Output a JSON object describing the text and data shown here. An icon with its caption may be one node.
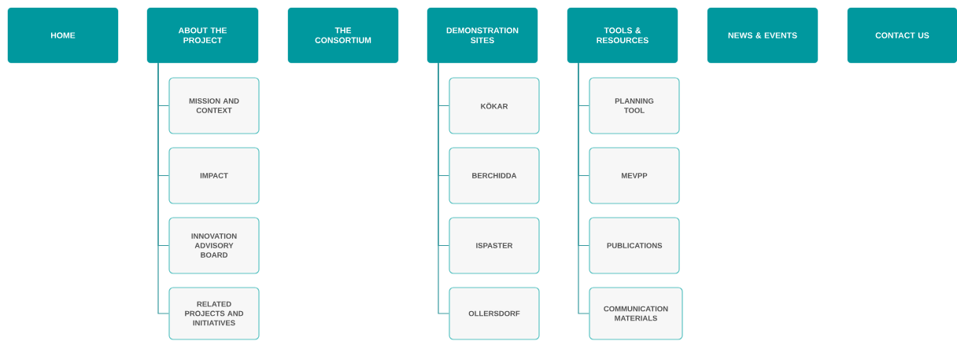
{
  "diagram": {
    "nodes": [
      {
        "text": [
          "HOME"
        ]
      },
      {
        "text": [
          "ABOUT THE PROJECT"
        ]
      },
      {
        "text": [
          "THE CONSORTIUM"
        ]
      },
      {
        "text": [
          "DEMONSTRATION SITES"
        ]
      },
      {
        "text": [
          "TOOLS & RESOURCES"
        ]
      },
      {
        "text": [
          "NEWS & EVENTS"
        ]
      },
      {
        "text": [
          "CONTACT US"
        ]
      },
      {
        "text": [
          "MISSION AND CONTEXT"
        ]
      },
      {
        "text": [
          "IMPACT"
        ]
      },
      {
        "text": [
          "INNOVATION ADVISORY BOARD"
        ]
      },
      {
        "text": [
          "RELATED PROJECTS AND INITIATIVES"
        ]
      },
      {
        "text": [
          "KÖKAR"
        ]
      },
      {
        "text": [
          "BERCHIDDA"
        ]
      },
      {
        "text": [
          "ISPASTER"
        ]
      },
      {
        "text": [
          "OLLERSDORF"
        ]
      },
      {
        "text": [
          "PLANNING TOOL"
        ]
      },
      {
        "text": [
          "MEVPP"
        ]
      },
      {
        "text": [
          "PUBLICATIONS"
        ]
      },
      {
        "text": [
          "COMMUNICATION MATERIALS"
        ]
      }
    ],
    "edges": [
      {
        "from": 1,
        "to": 7,
        "arrow": "none"
      },
      {
        "from": 1,
        "to": 8,
        "arrow": "none"
      },
      {
        "from": 1,
        "to": 9,
        "arrow": "none"
      },
      {
        "from": 1,
        "to": 10,
        "arrow": "none"
      },
      {
        "from": 3,
        "to": 11,
        "arrow": "none"
      },
      {
        "from": 3,
        "to": 12,
        "arrow": "none"
      },
      {
        "from": 3,
        "to": 13,
        "arrow": "none"
      },
      {
        "from": 3,
        "to": 14,
        "arrow": "none"
      },
      {
        "from": 4,
        "to": 15,
        "arrow": "none"
      },
      {
        "from": 4,
        "to": 16,
        "arrow": "none"
      },
      {
        "from": 4,
        "to": 17,
        "arrow": "none"
      },
      {
        "from": 4,
        "to": 18,
        "arrow": "none"
      }
    ]
  }
}
